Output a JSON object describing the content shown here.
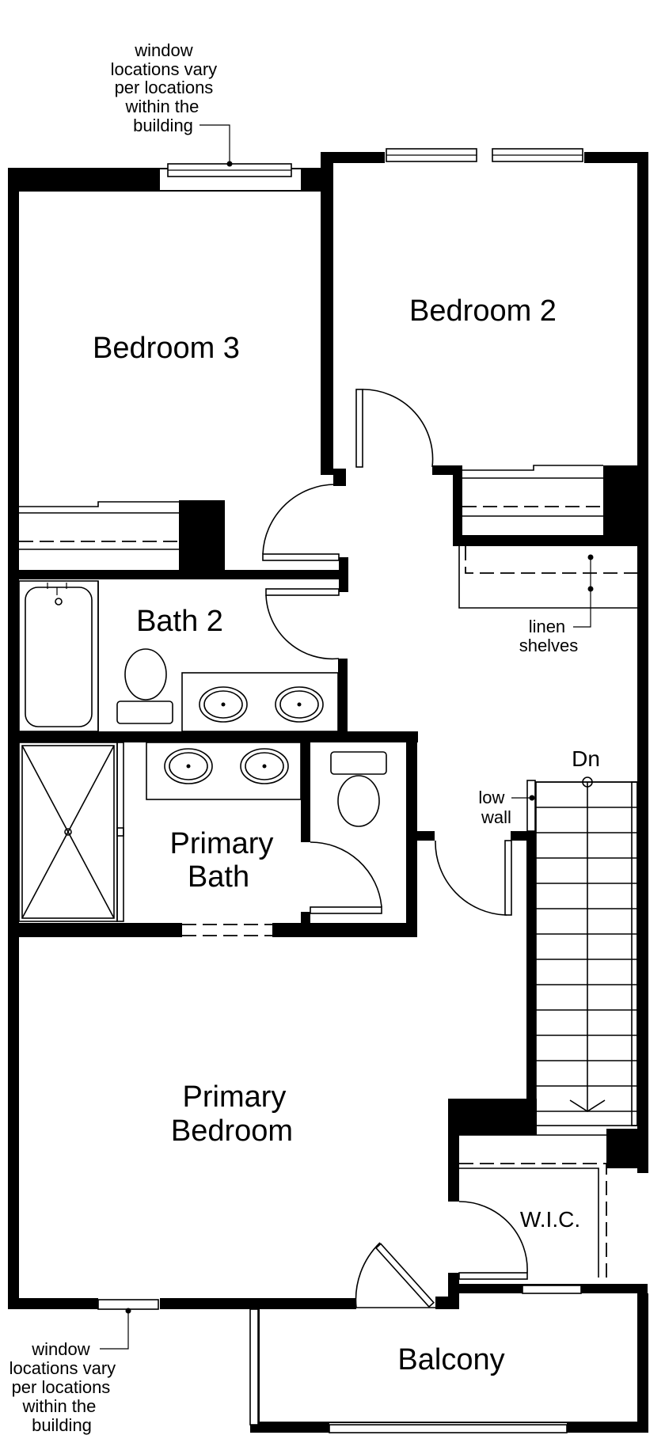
{
  "rooms": {
    "bedroom3": "Bedroom 3",
    "bedroom2": "Bedroom 2",
    "bath2": "Bath 2",
    "primary_bath_line1": "Primary",
    "primary_bath_line2": "Bath",
    "primary_bedroom_line1": "Primary",
    "primary_bedroom_line2": "Bedroom",
    "wic": "W.I.C.",
    "balcony": "Balcony"
  },
  "annotations": {
    "window_note_top": [
      "window",
      "locations vary",
      "per locations",
      "within the",
      "building"
    ],
    "window_note_bottom": [
      "window",
      "locations vary",
      "per locations",
      "within the",
      "building"
    ],
    "linen": [
      "linen",
      "shelves"
    ],
    "low_wall": [
      "low",
      "wall"
    ],
    "stairs_down": "Dn"
  },
  "colors": {
    "wall": "#000000",
    "background": "#ffffff"
  }
}
